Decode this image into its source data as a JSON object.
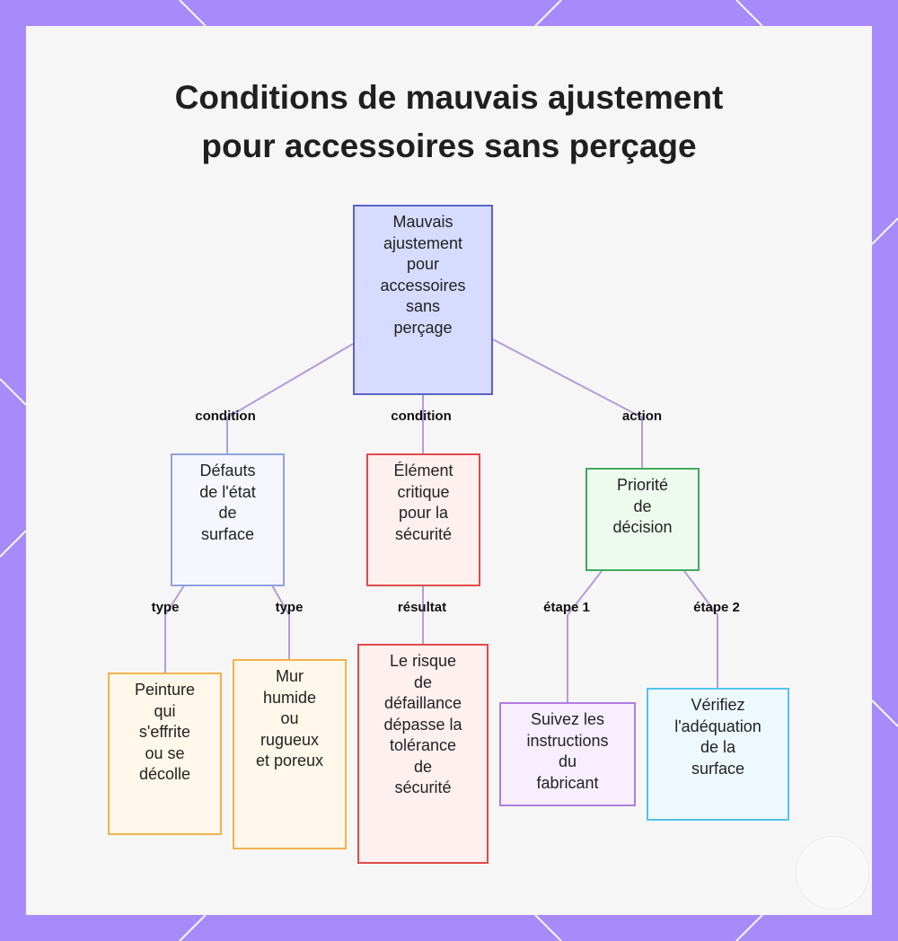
{
  "title": {
    "line1": "Conditions de mauvais ajustement",
    "line2": "pour accessoires sans perçage"
  },
  "colors": {
    "frame": "#a78bfa",
    "panel": "#f6f6f6",
    "edge": "#b39ddb",
    "blue": {
      "fill": "#d7dbff",
      "border": "#5c62c8"
    },
    "slate": {
      "fill": "#f5f6ff",
      "border": "#8ea4e0"
    },
    "red": {
      "fill": "#fff0f0",
      "border": "#e04a4a"
    },
    "green": {
      "fill": "#effaef",
      "border": "#3fab5a"
    },
    "orange": {
      "fill": "#fff7ea",
      "border": "#f2b24a"
    },
    "purple": {
      "fill": "#f7efff",
      "border": "#b07ce0"
    },
    "cyan": {
      "fill": "#eef8ff",
      "border": "#55c1ee"
    }
  },
  "nodes": {
    "root": {
      "lines": [
        "Mauvais",
        "ajustement",
        "pour",
        "accessoires",
        "sans",
        "perçage"
      ]
    },
    "defauts": {
      "lines": [
        "Défauts",
        "de l'état",
        "de",
        "surface"
      ]
    },
    "element": {
      "lines": [
        "Élément",
        "critique",
        "pour la",
        "sécurité"
      ]
    },
    "priorite": {
      "lines": [
        "Priorité",
        "de",
        "décision"
      ]
    },
    "peinture": {
      "lines": [
        "Peinture",
        "qui",
        "s'effrite",
        "ou se",
        "décolle"
      ]
    },
    "mur": {
      "lines": [
        "Mur",
        "humide",
        "ou",
        "rugueux",
        "et poreux"
      ]
    },
    "risque": {
      "lines": [
        "Le risque",
        "de",
        "défaillance",
        "dépasse la",
        "tolérance",
        "de",
        "sécurité"
      ]
    },
    "suivez": {
      "lines": [
        "Suivez les",
        "instructions",
        "du",
        "fabricant"
      ]
    },
    "verifiez": {
      "lines": [
        "Vérifiez",
        "l'adéquation",
        "de la",
        "surface"
      ]
    }
  },
  "edge_labels": {
    "root_defauts": "condition",
    "root_element": "condition",
    "root_priorite": "action",
    "defauts_peinture": "type",
    "defauts_mur": "type",
    "element_risque": "résultat",
    "priorite_suivez": "étape 1",
    "priorite_verifiez": "étape 2"
  }
}
